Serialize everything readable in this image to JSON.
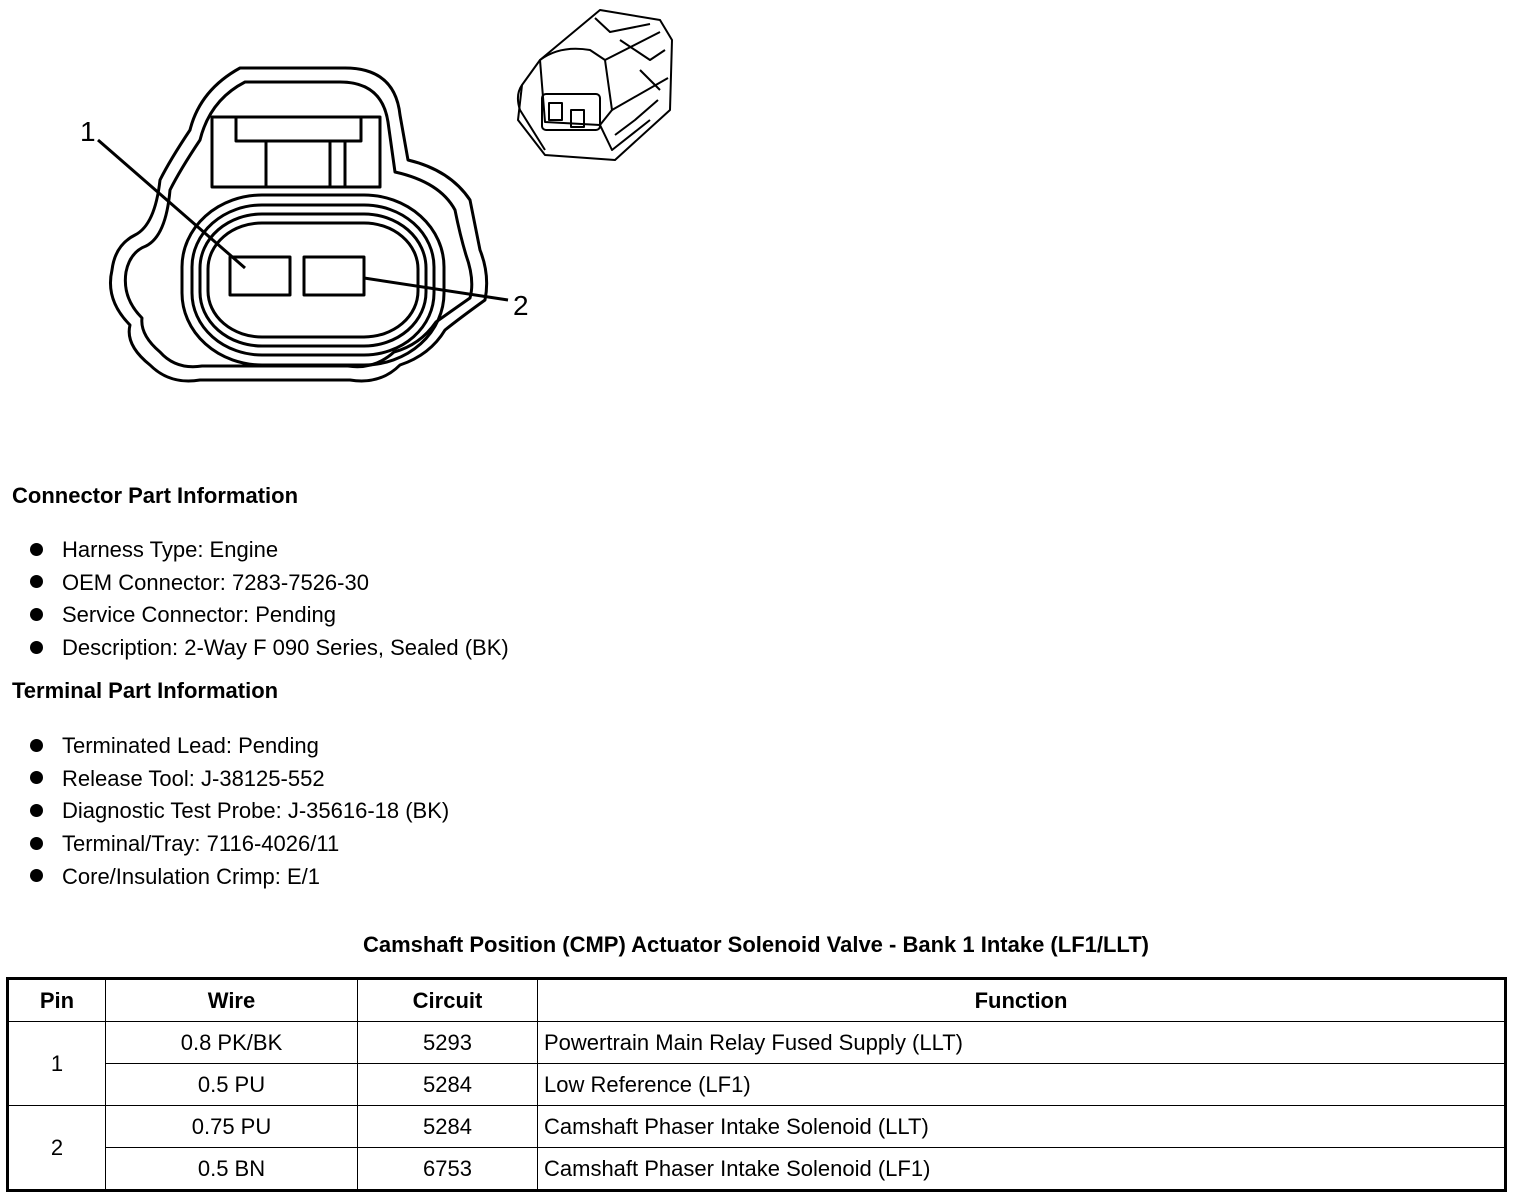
{
  "figure": {
    "callouts": [
      "1",
      "2"
    ]
  },
  "connector_info": {
    "heading": "Connector Part Information",
    "items": [
      "Harness Type: Engine",
      "OEM Connector: 7283-7526-30",
      "Service Connector: Pending",
      "Description: 2-Way F 090 Series, Sealed (BK)"
    ]
  },
  "terminal_info": {
    "heading": "Terminal Part Information",
    "items": [
      "Terminated Lead: Pending",
      "Release Tool: J-38125-552",
      "Diagnostic Test Probe: J-35616-18 (BK)",
      "Terminal/Tray: 7116-4026/11",
      "Core/Insulation Crimp: E/1"
    ]
  },
  "table": {
    "caption": "Camshaft Position (CMP) Actuator Solenoid Valve - Bank 1 Intake (LF1/LLT)",
    "headers": [
      "Pin",
      "Wire",
      "Circuit",
      "Function"
    ],
    "groups": [
      {
        "pin": "1",
        "rows": [
          {
            "wire": "0.8 PK/BK",
            "circuit": "5293",
            "function": "Powertrain Main Relay Fused Supply (LLT)"
          },
          {
            "wire": "0.5 PU",
            "circuit": "5284",
            "function": "Low Reference (LF1)"
          }
        ]
      },
      {
        "pin": "2",
        "rows": [
          {
            "wire": "0.75 PU",
            "circuit": "5284",
            "function": "Camshaft Phaser Intake Solenoid (LLT)"
          },
          {
            "wire": "0.5 BN",
            "circuit": "6753",
            "function": "Camshaft Phaser Intake Solenoid (LF1)"
          }
        ]
      }
    ]
  }
}
